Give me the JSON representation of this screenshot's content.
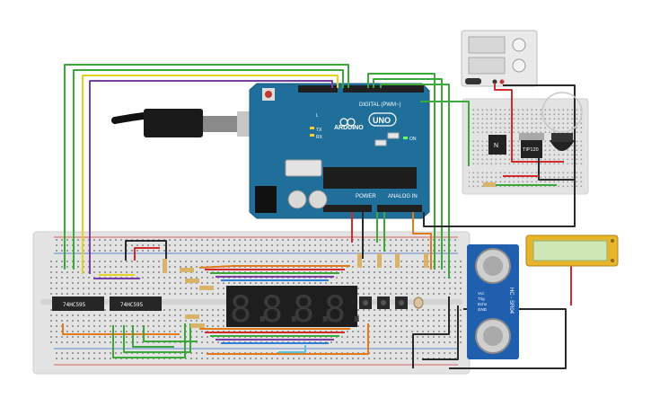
{
  "arduino": {
    "brand": "ARDUINO",
    "model": "UNO",
    "digital_label": "DIGITAL (PWM~)",
    "power_label": "POWER",
    "analog_label": "ANALOG IN",
    "tx_label": "TX",
    "rx_label": "RX",
    "on_label": "ON",
    "l_label": "L"
  },
  "chips": {
    "chip1": "74HC595",
    "chip2": "74HC595"
  },
  "transistors": {
    "npn_label": "N",
    "tip_label": "TIP120"
  },
  "ultrasonic": {
    "model": "HC - SR04",
    "pins": [
      "Vcc",
      "Trig",
      "Echo",
      "GND"
    ]
  },
  "display": {
    "digits": [
      "8.",
      "8.",
      "8.",
      "8."
    ]
  },
  "colors": {
    "board": "#1f6f9a",
    "breadboard": "#e6e6e6",
    "wire_green": "#3aa93a",
    "wire_yellow": "#e6d21c",
    "wire_purple": "#7a3fa3",
    "wire_red": "#d12b2b",
    "wire_black": "#2a2a2a",
    "wire_orange": "#e07a1a",
    "lcd_green": "#cfe6b5",
    "lcd_frame": "#e8b52a"
  }
}
